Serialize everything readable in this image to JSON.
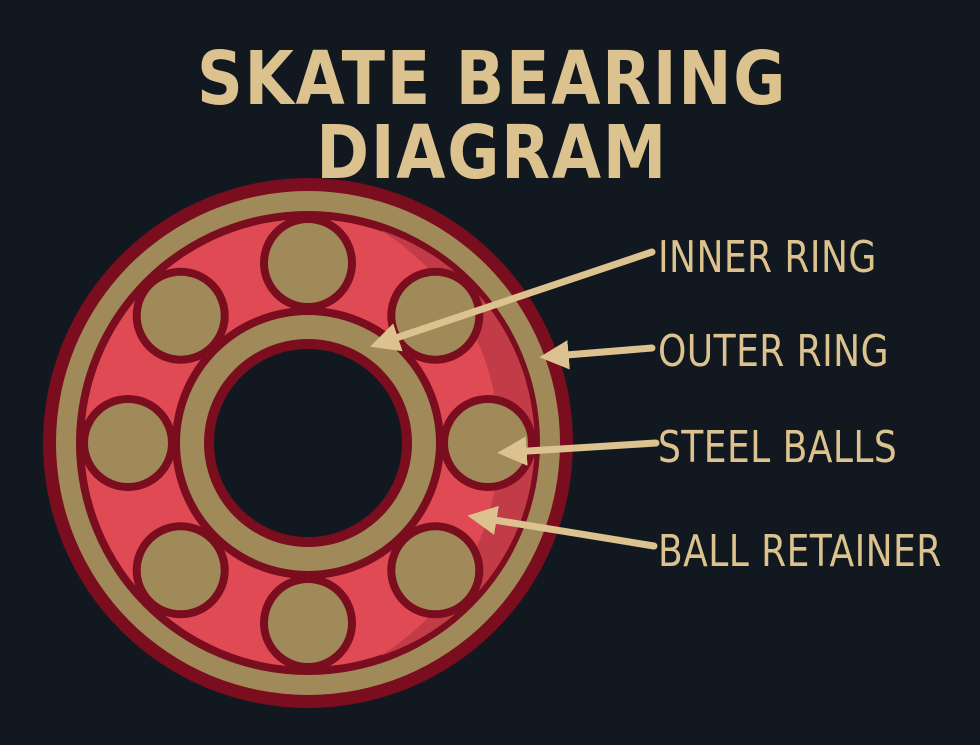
{
  "title": "SKATE BEARING DIAGRAM",
  "labels": {
    "inner_ring": "INNER RING",
    "outer_ring": "OUTER RING",
    "steel_balls": "STEEL BALLS",
    "ball_retainer": "BALL RETAINER"
  },
  "colors": {
    "background": "#111820",
    "gold": "#a08a5a",
    "label_text": "#dcc28e",
    "dark_red": "#7a0d1e",
    "retainer_red": "#e04a55",
    "retainer_shadow": "#c23c48",
    "bore": "#111820"
  },
  "balls": {
    "count": 8
  }
}
